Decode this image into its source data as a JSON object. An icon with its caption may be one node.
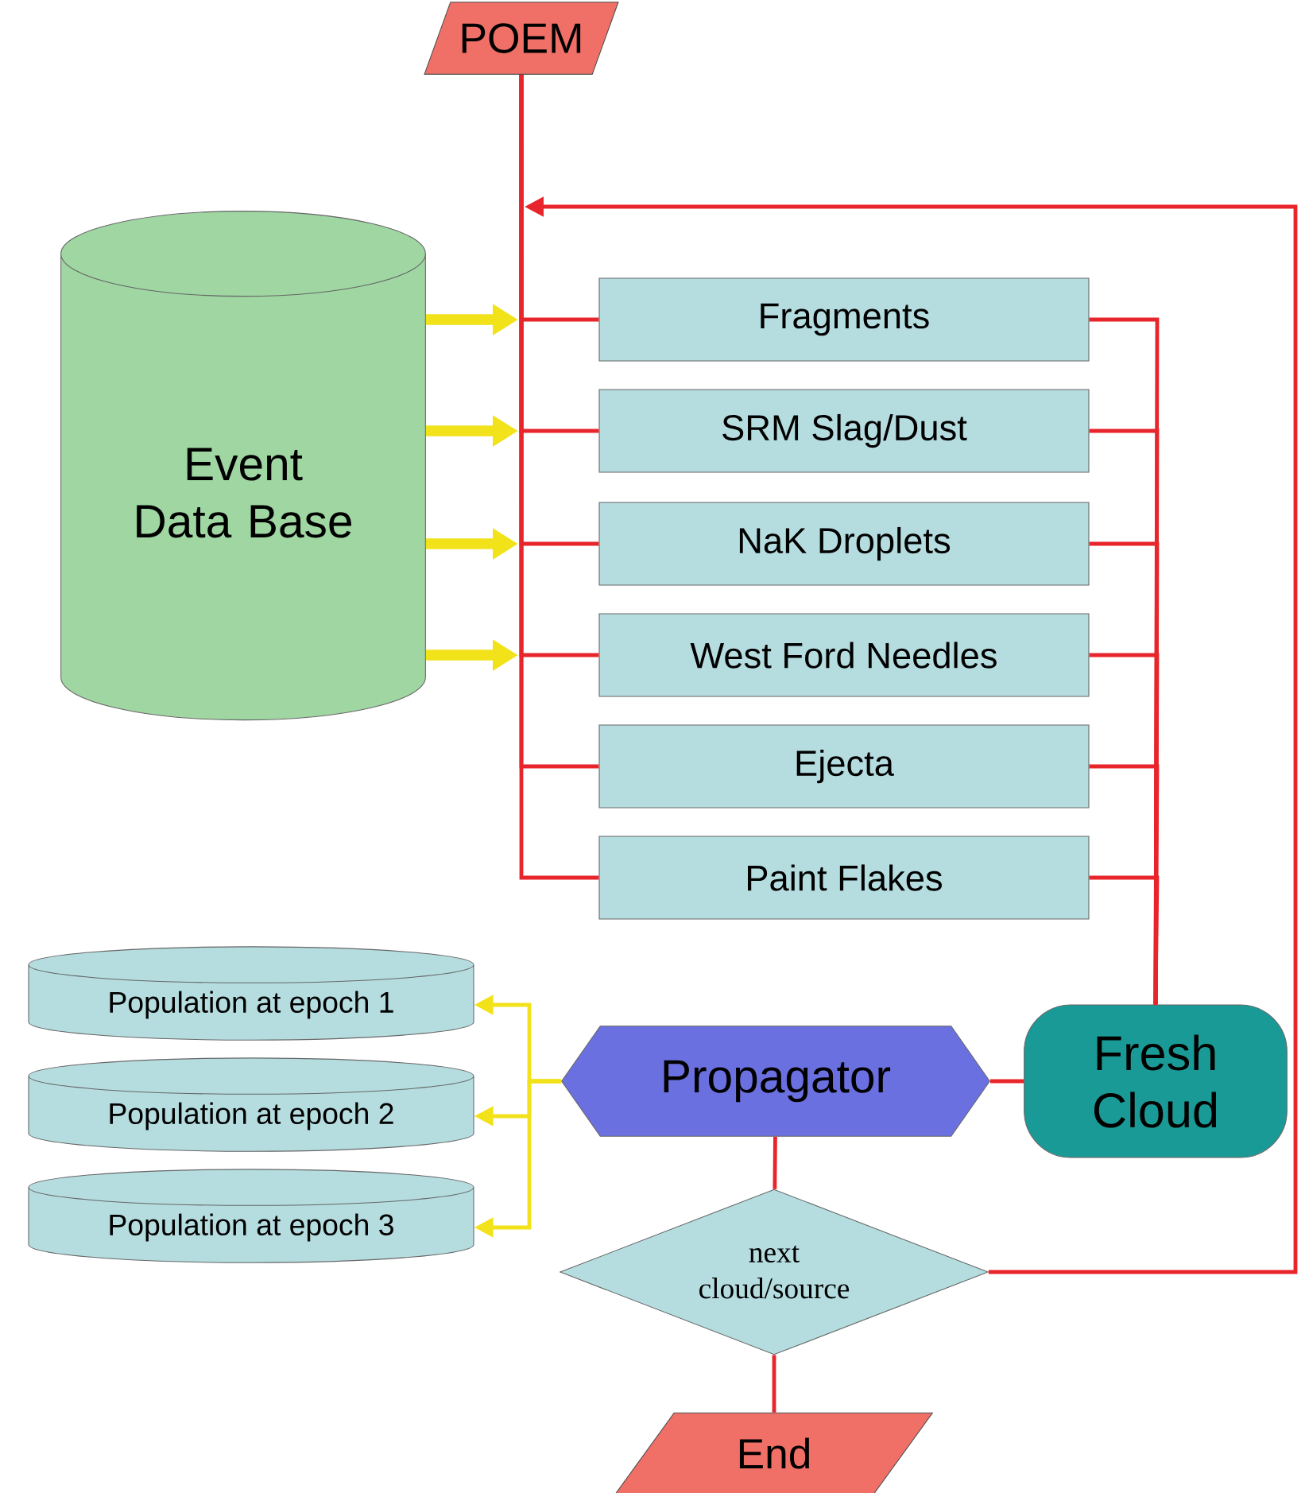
{
  "diagram": {
    "nodes": [
      {
        "text": [
          "POEM"
        ]
      },
      {
        "text": [
          "Event Data Base"
        ]
      },
      {
        "text": [
          "Fragments"
        ]
      },
      {
        "text": [
          "SRM Slag/Dust"
        ]
      },
      {
        "text": [
          "NaK Droplets"
        ]
      },
      {
        "text": [
          "West Ford Needles"
        ]
      },
      {
        "text": [
          "Ejecta"
        ]
      },
      {
        "text": [
          "Paint Flakes"
        ]
      },
      {
        "text": [
          "Population at epoch 1"
        ]
      },
      {
        "text": [
          "Population at epoch 2"
        ]
      },
      {
        "text": [
          "Population at epoch 3"
        ]
      },
      {
        "text": [
          "Propagator"
        ]
      },
      {
        "text": [
          "Fresh Cloud"
        ]
      },
      {
        "text": [
          "next cloud/source"
        ]
      },
      {
        "text": [
          "End"
        ]
      }
    ],
    "edges": [
      {
        "from": 0,
        "to": 2,
        "arrow": "none"
      },
      {
        "from": 0,
        "to": 3,
        "arrow": "none"
      },
      {
        "from": 0,
        "to": 4,
        "arrow": "none"
      },
      {
        "from": 0,
        "to": 5,
        "arrow": "none"
      },
      {
        "from": 0,
        "to": 6,
        "arrow": "none"
      },
      {
        "from": 0,
        "to": 7,
        "arrow": "none"
      },
      {
        "from": 1,
        "to": null,
        "arrow": "to",
        "style": "thick",
        "color": "#f2e21a"
      },
      {
        "from": 1,
        "to": null,
        "arrow": "to",
        "style": "thick",
        "color": "#f2e21a"
      },
      {
        "from": 1,
        "to": null,
        "arrow": "to",
        "style": "thick",
        "color": "#f2e21a"
      },
      {
        "from": 1,
        "to": null,
        "arrow": "to",
        "style": "thick",
        "color": "#f2e21a"
      },
      {
        "from": 2,
        "to": 12,
        "arrow": "none"
      },
      {
        "from": 3,
        "to": 12,
        "arrow": "none"
      },
      {
        "from": 4,
        "to": 12,
        "arrow": "none"
      },
      {
        "from": 5,
        "to": 12,
        "arrow": "none"
      },
      {
        "from": 6,
        "to": 12,
        "arrow": "none"
      },
      {
        "from": 7,
        "to": 12,
        "arrow": "none"
      },
      {
        "from": 12,
        "to": 11,
        "arrow": "none"
      },
      {
        "from": 11,
        "to": 8,
        "arrow": "to",
        "color": "#f2e21a"
      },
      {
        "from": 11,
        "to": 9,
        "arrow": "to",
        "color": "#f2e21a"
      },
      {
        "from": 11,
        "to": 10,
        "arrow": "to",
        "color": "#f2e21a"
      },
      {
        "from": 11,
        "to": 13,
        "arrow": "none"
      },
      {
        "from": 13,
        "to": 14,
        "arrow": "none"
      },
      {
        "from": 13,
        "to": null,
        "arrow": "to"
      }
    ]
  }
}
